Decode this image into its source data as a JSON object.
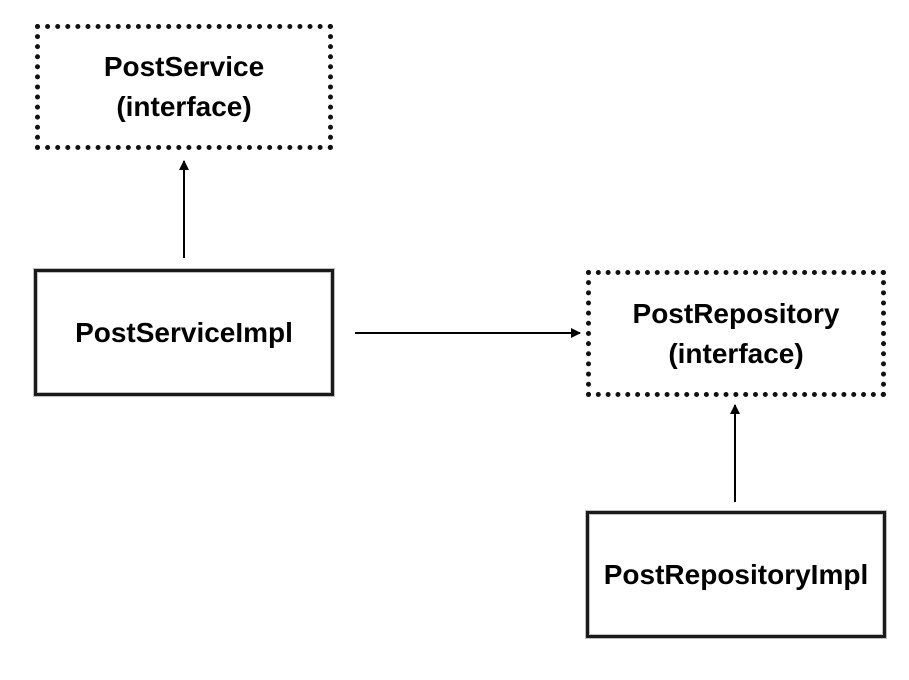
{
  "nodes": {
    "post_service": {
      "name": "PostService",
      "stereotype": "(interface)"
    },
    "post_service_impl": {
      "name": "PostServiceImpl"
    },
    "post_repository": {
      "name": "PostRepository",
      "stereotype": "(interface)"
    },
    "post_repository_impl": {
      "name": "PostRepositoryImpl"
    }
  },
  "edges": [
    {
      "from": "PostServiceImpl",
      "to": "PostService"
    },
    {
      "from": "PostServiceImpl",
      "to": "PostRepository"
    },
    {
      "from": "PostRepositoryImpl",
      "to": "PostRepository"
    }
  ],
  "colors": {
    "line": "#000000",
    "background": "#ffffff"
  }
}
